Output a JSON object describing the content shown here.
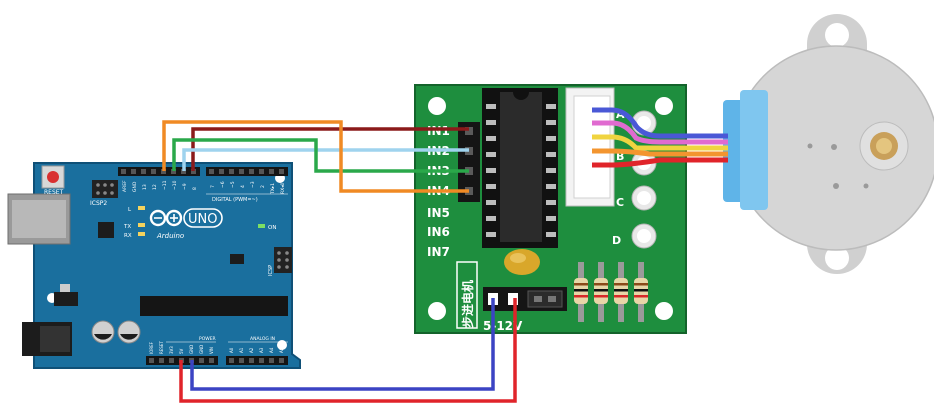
{
  "arduino": {
    "reset_label": "RESET",
    "icsp2_label": "ICSP2",
    "aref_label": "AREF",
    "gnd_label": "GND",
    "pin_labels": [
      "13",
      "12",
      "~11",
      "~10",
      "~9",
      "8"
    ],
    "pin_labels_right": [
      "7",
      "~6",
      "~5",
      "4",
      "~3",
      "2",
      "TX▸1",
      "RX◂0"
    ],
    "digital_label": "DIGITAL (PWM=~)",
    "l_label": "L",
    "tx_label": "TX",
    "rx_label": "RX",
    "brand_text": "UNO",
    "arduino_text": "Arduino",
    "on_label": "ON",
    "icsp_label": "ICSP",
    "power_label": "POWER",
    "power_pins": [
      "IOREF",
      "RESET",
      "3V3",
      "5V",
      "GND",
      "GND",
      "VIN"
    ],
    "analog_label": "ANALOG IN",
    "analog_pins": [
      "A0",
      "A1",
      "A2",
      "A3",
      "A4",
      "A5"
    ]
  },
  "driver": {
    "inputs": [
      "IN1",
      "IN2",
      "IN3",
      "IN4",
      "IN5",
      "IN6",
      "IN7"
    ],
    "chinese_text": "步进电机",
    "voltage_text": "5-12V",
    "led_labels": [
      "A",
      "B",
      "C",
      "D"
    ]
  },
  "colors": {
    "board_blue": "#1a6f9e",
    "driver_green": "#1e8e3e",
    "wire_in1": "#8b1a1a",
    "wire_in2": "#9fd3ee",
    "wire_in3": "#2aa84a",
    "wire_in4": "#f08a24",
    "wire_gnd": "#3b44c4",
    "wire_5v": "#e0242a",
    "motor_body": "#d6d6d6",
    "motor_housing": "#5fb4e8"
  }
}
